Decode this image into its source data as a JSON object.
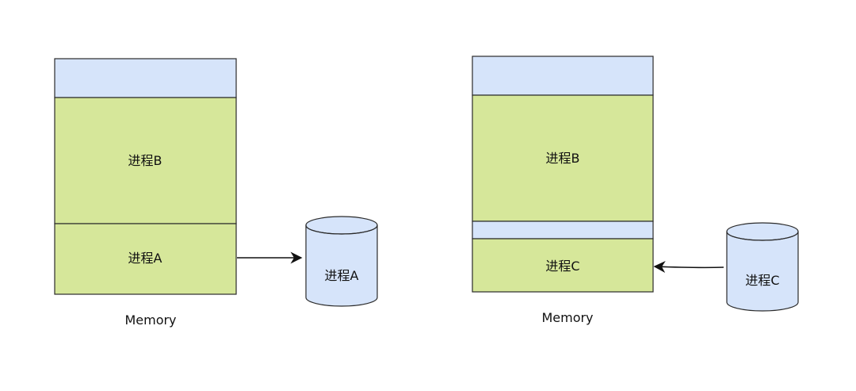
{
  "left_panel": {
    "memory_label": "Memory",
    "blocks": [
      {
        "role": "free",
        "label": "",
        "color": "#D6E4FA"
      },
      {
        "role": "process",
        "label": "进程B",
        "color": "#D6E79A"
      },
      {
        "role": "process",
        "label": "进程A",
        "color": "#D6E79A"
      }
    ],
    "disk": {
      "label": "进程A",
      "color": "#D6E4FA"
    },
    "arrow": "memory-to-disk"
  },
  "right_panel": {
    "memory_label": "Memory",
    "blocks": [
      {
        "role": "free",
        "label": "",
        "color": "#D6E4FA"
      },
      {
        "role": "process",
        "label": "进程B",
        "color": "#D6E79A"
      },
      {
        "role": "free",
        "label": "",
        "color": "#D6E4FA"
      },
      {
        "role": "process",
        "label": "进程C",
        "color": "#D6E79A"
      }
    ],
    "disk": {
      "label": "进程C",
      "color": "#D6E4FA"
    },
    "arrow": "disk-to-memory"
  }
}
